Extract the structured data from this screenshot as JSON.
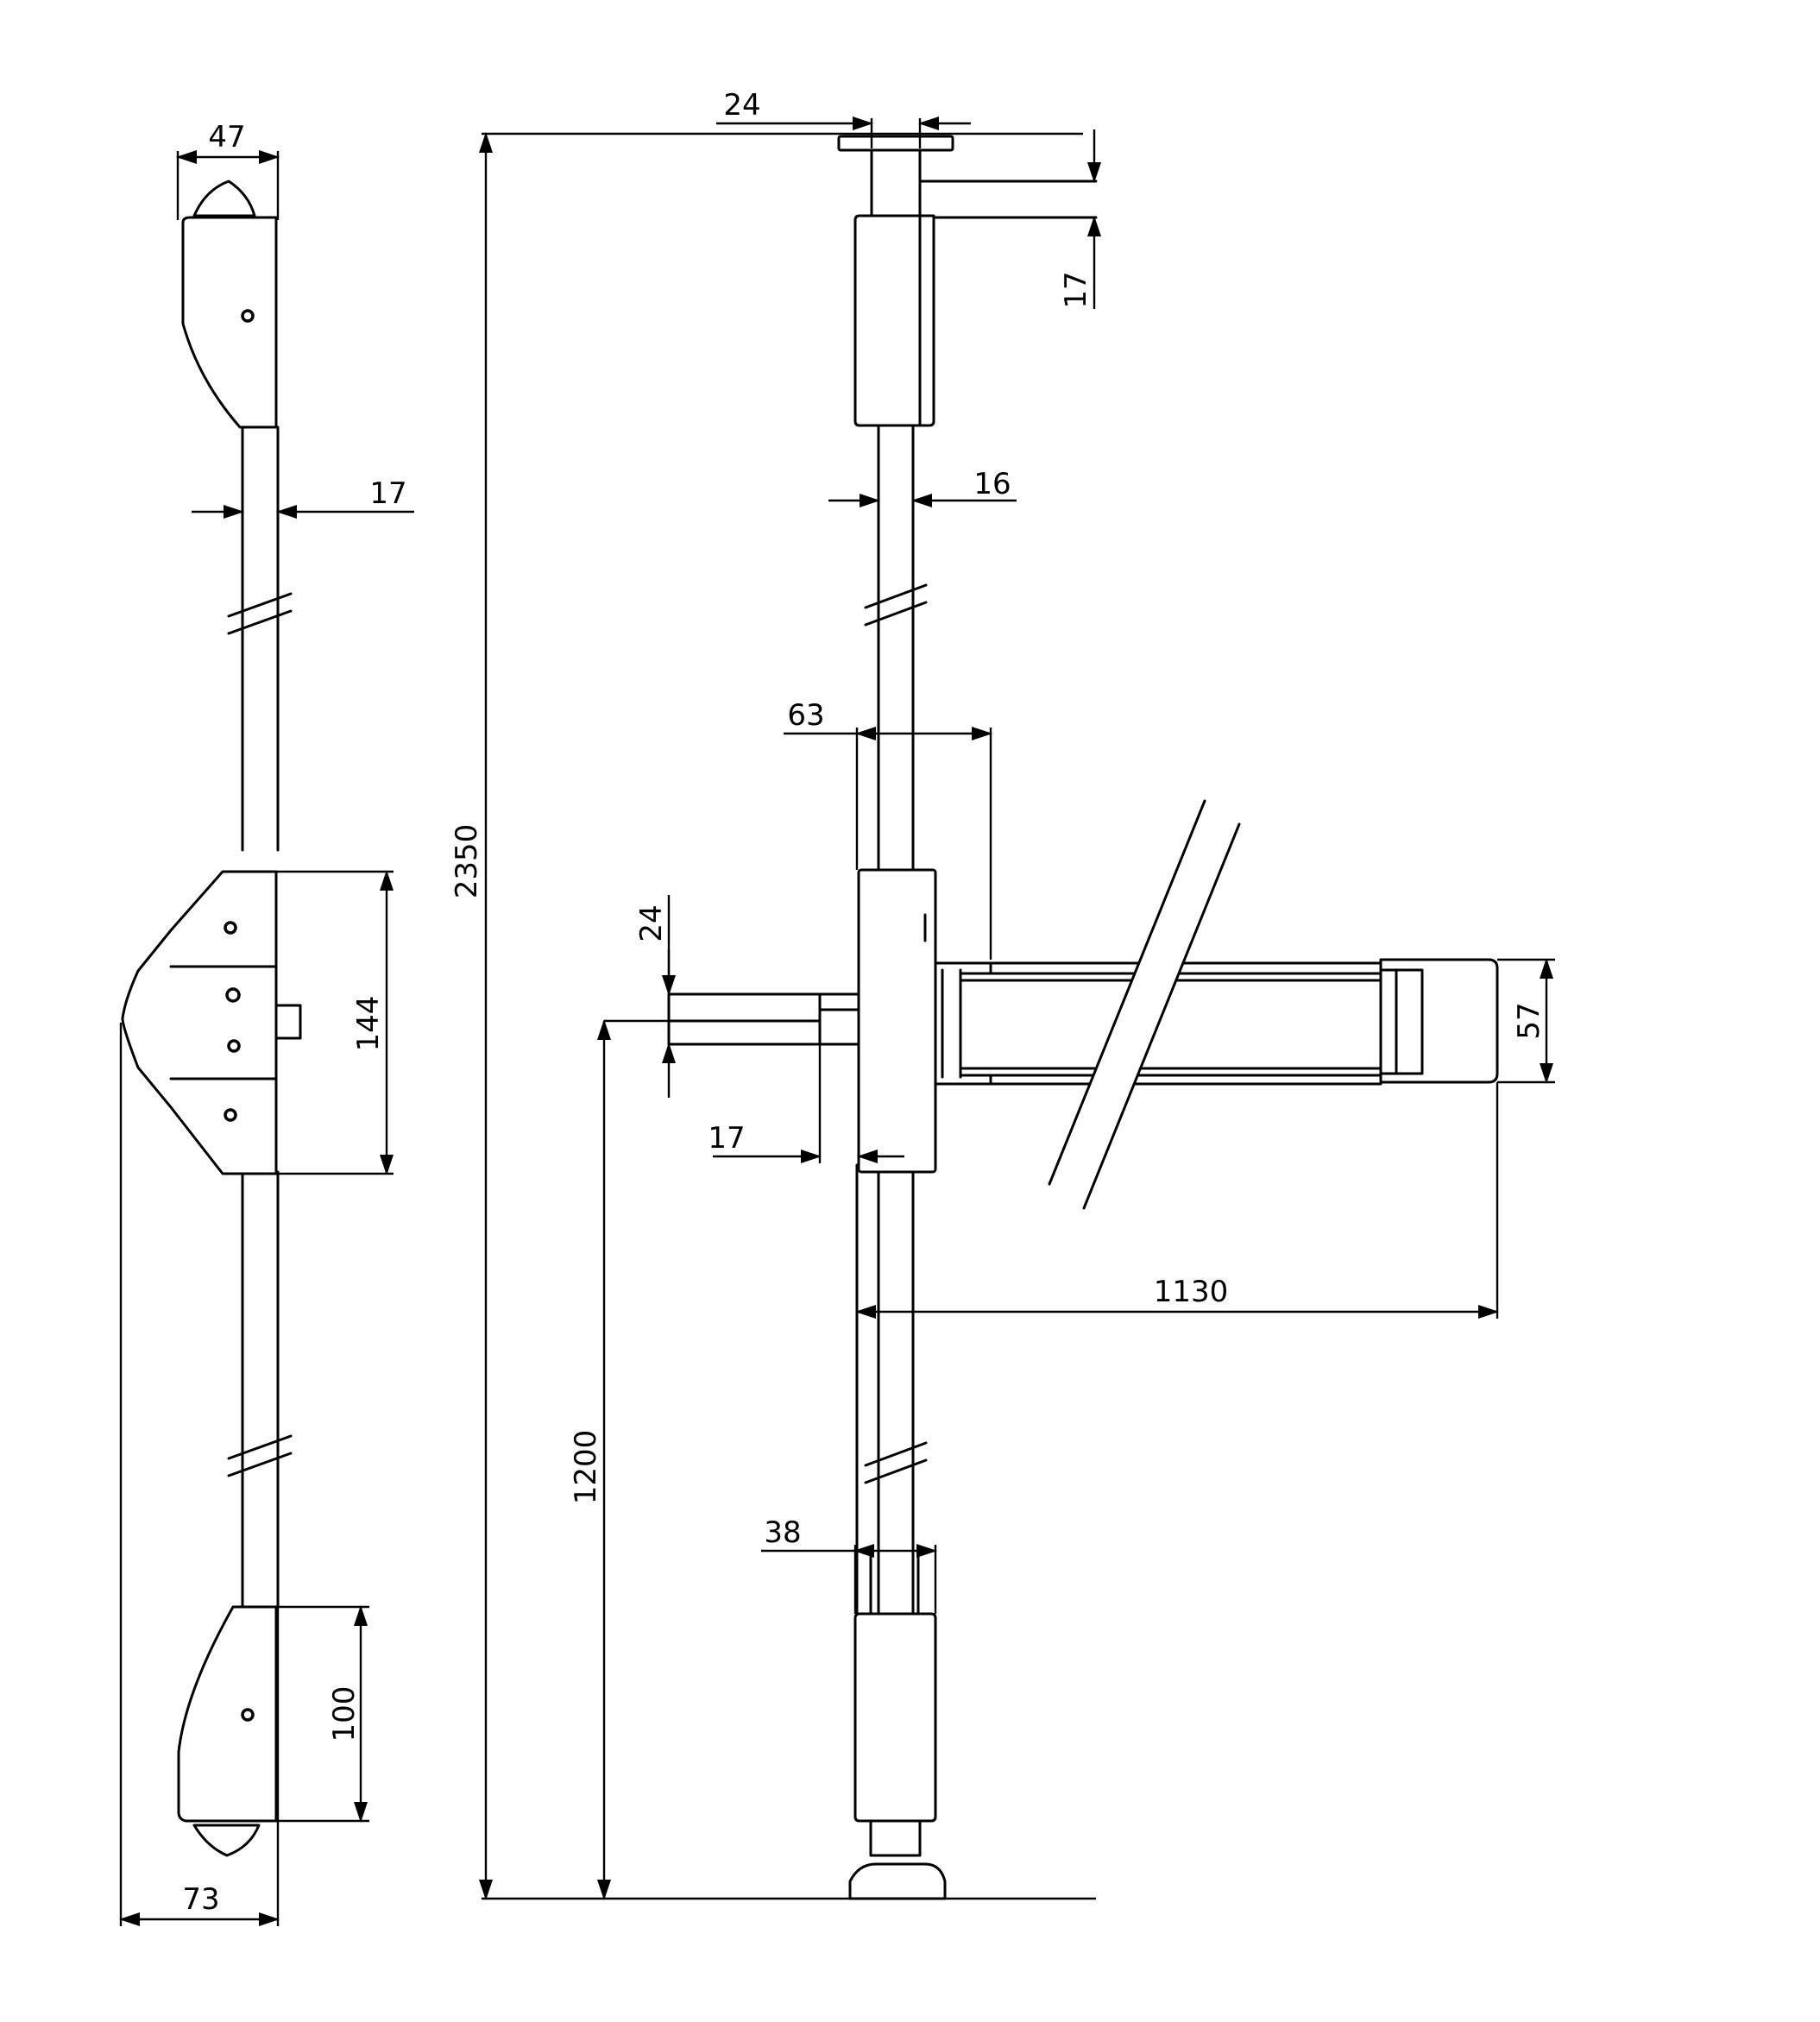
{
  "dimensions": {
    "side_top_width": "47",
    "side_rod_width": "17",
    "side_case_height": "144",
    "side_bottom_height": "100",
    "side_total_depth": "73",
    "total_height": "2350",
    "top_plate_width": "24",
    "top_bolt_offset": "17",
    "rod_width": "16",
    "case_width": "63",
    "handle_height": "24",
    "handle_offset": "17",
    "handle_axis_height": "1200",
    "bar_length": "1130",
    "bar_height": "57",
    "bottom_guide_width": "38"
  },
  "colors": {
    "line": "#000000",
    "background": "#ffffff"
  }
}
